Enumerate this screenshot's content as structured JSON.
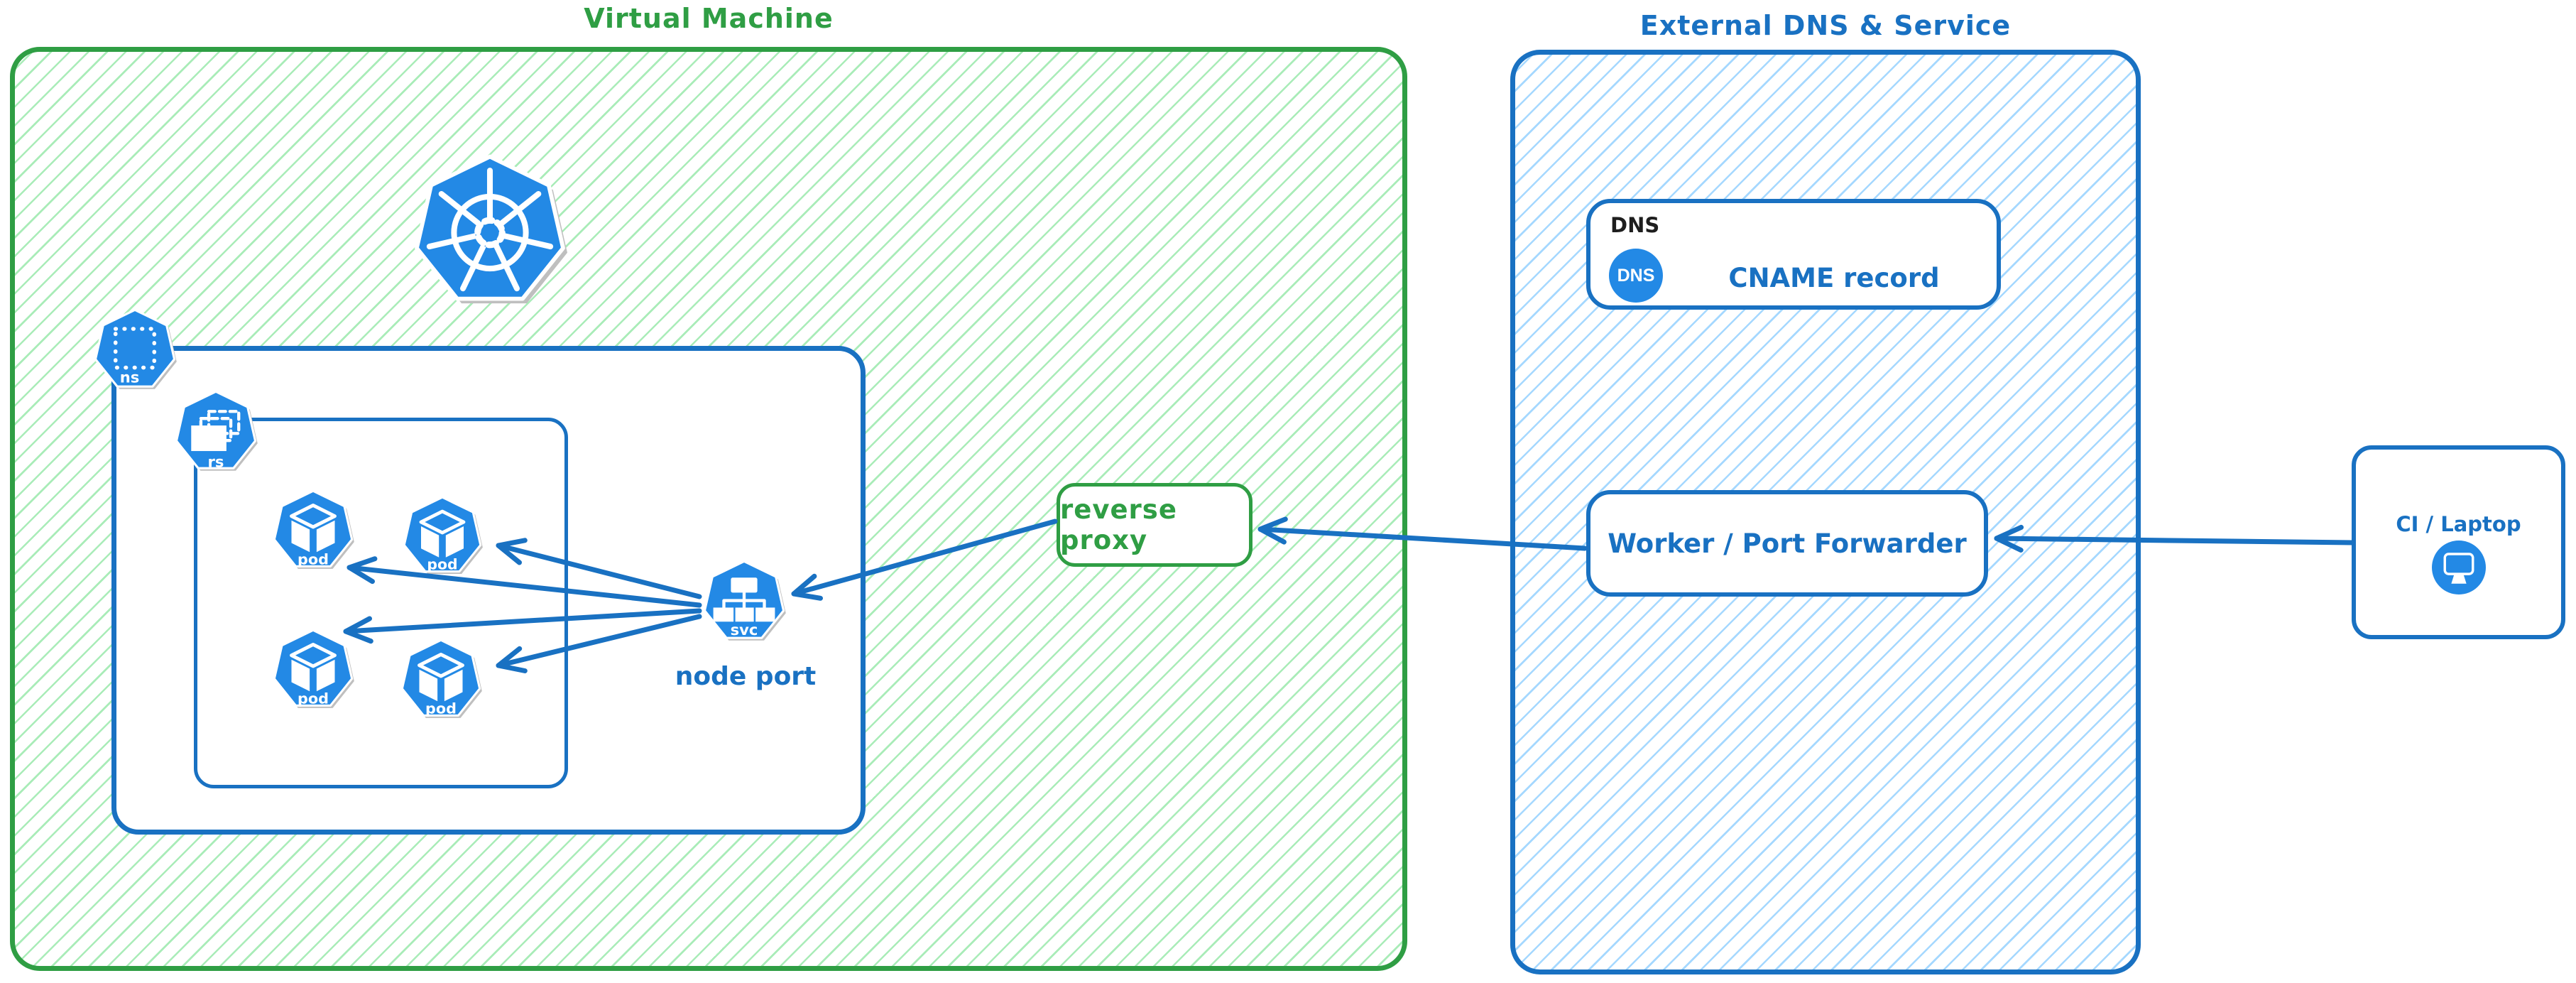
{
  "colors": {
    "green_stroke": "#2f9e44",
    "green_hatch": "#a9ecb8",
    "blue_stroke": "#1971c2",
    "blue_hatch": "#a5d8ff",
    "icon_blue": "#2389e5",
    "tag_text": "#1e1e1e"
  },
  "vm_group": {
    "title": "Virtual Machine",
    "namespace_icon_label": "ns",
    "replicaset_icon_label": "rs",
    "pods": [
      {
        "label": "pod"
      },
      {
        "label": "pod"
      },
      {
        "label": "pod"
      },
      {
        "label": "pod"
      }
    ],
    "service_icon_label": "svc",
    "service_caption": "node port",
    "reverse_proxy_label": "reverse proxy"
  },
  "external_group": {
    "title": "External DNS & Service",
    "dns_card": {
      "tag": "DNS",
      "badge_label": "DNS",
      "record_text": "CNAME record"
    },
    "worker_label": "Worker / Port Forwarder"
  },
  "client": {
    "label": "CI / Laptop"
  }
}
